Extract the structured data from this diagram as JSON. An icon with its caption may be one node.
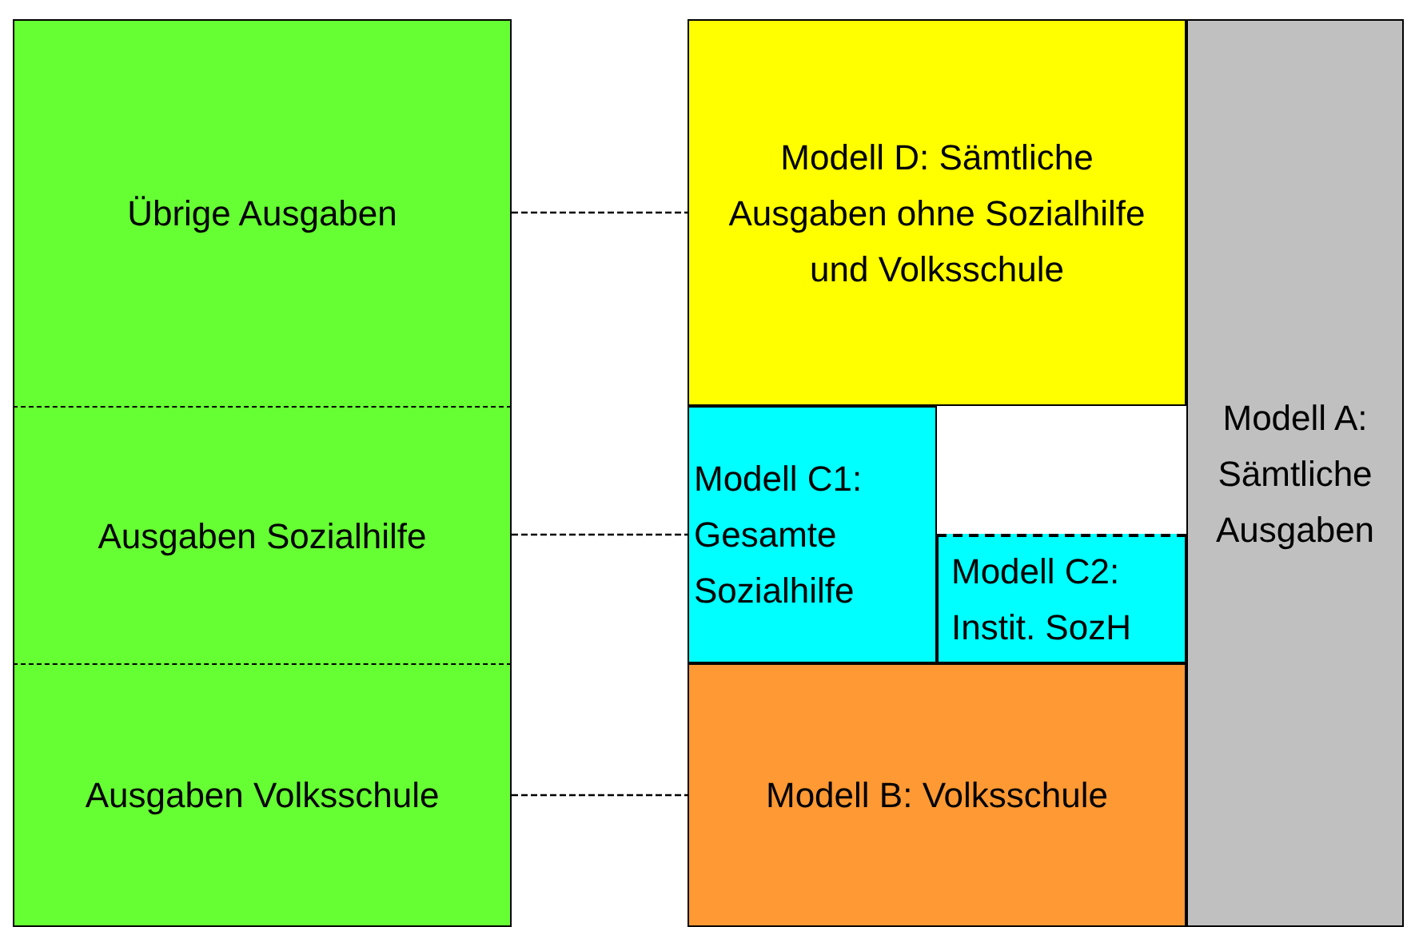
{
  "diagram": {
    "nodes": [
      {
        "text": [
          "Übrige Ausgaben"
        ]
      },
      {
        "text": [
          "Ausgaben Sozialhilfe"
        ]
      },
      {
        "text": [
          "Ausgaben Volksschule"
        ]
      },
      {
        "text": [
          "Modell D: Sämtliche Ausgaben ohne Sozialhilfe und Volksschule"
        ]
      },
      {
        "text": [
          "Modell C1: Gesamte Sozialhilfe"
        ]
      },
      {
        "text": [
          "Modell C2: Instit. SozH"
        ]
      },
      {
        "text": [
          "Modell B: Volksschule"
        ]
      },
      {
        "text": [
          "Modell A: Sämtliche Ausgaben"
        ]
      }
    ],
    "edges": [
      {
        "from": 0,
        "to": 3,
        "arrow": "none",
        "style": "dashed"
      },
      {
        "from": 1,
        "to": 4,
        "arrow": "none",
        "style": "dashed"
      },
      {
        "from": 2,
        "to": 6,
        "arrow": "none",
        "style": "dashed"
      }
    ]
  }
}
